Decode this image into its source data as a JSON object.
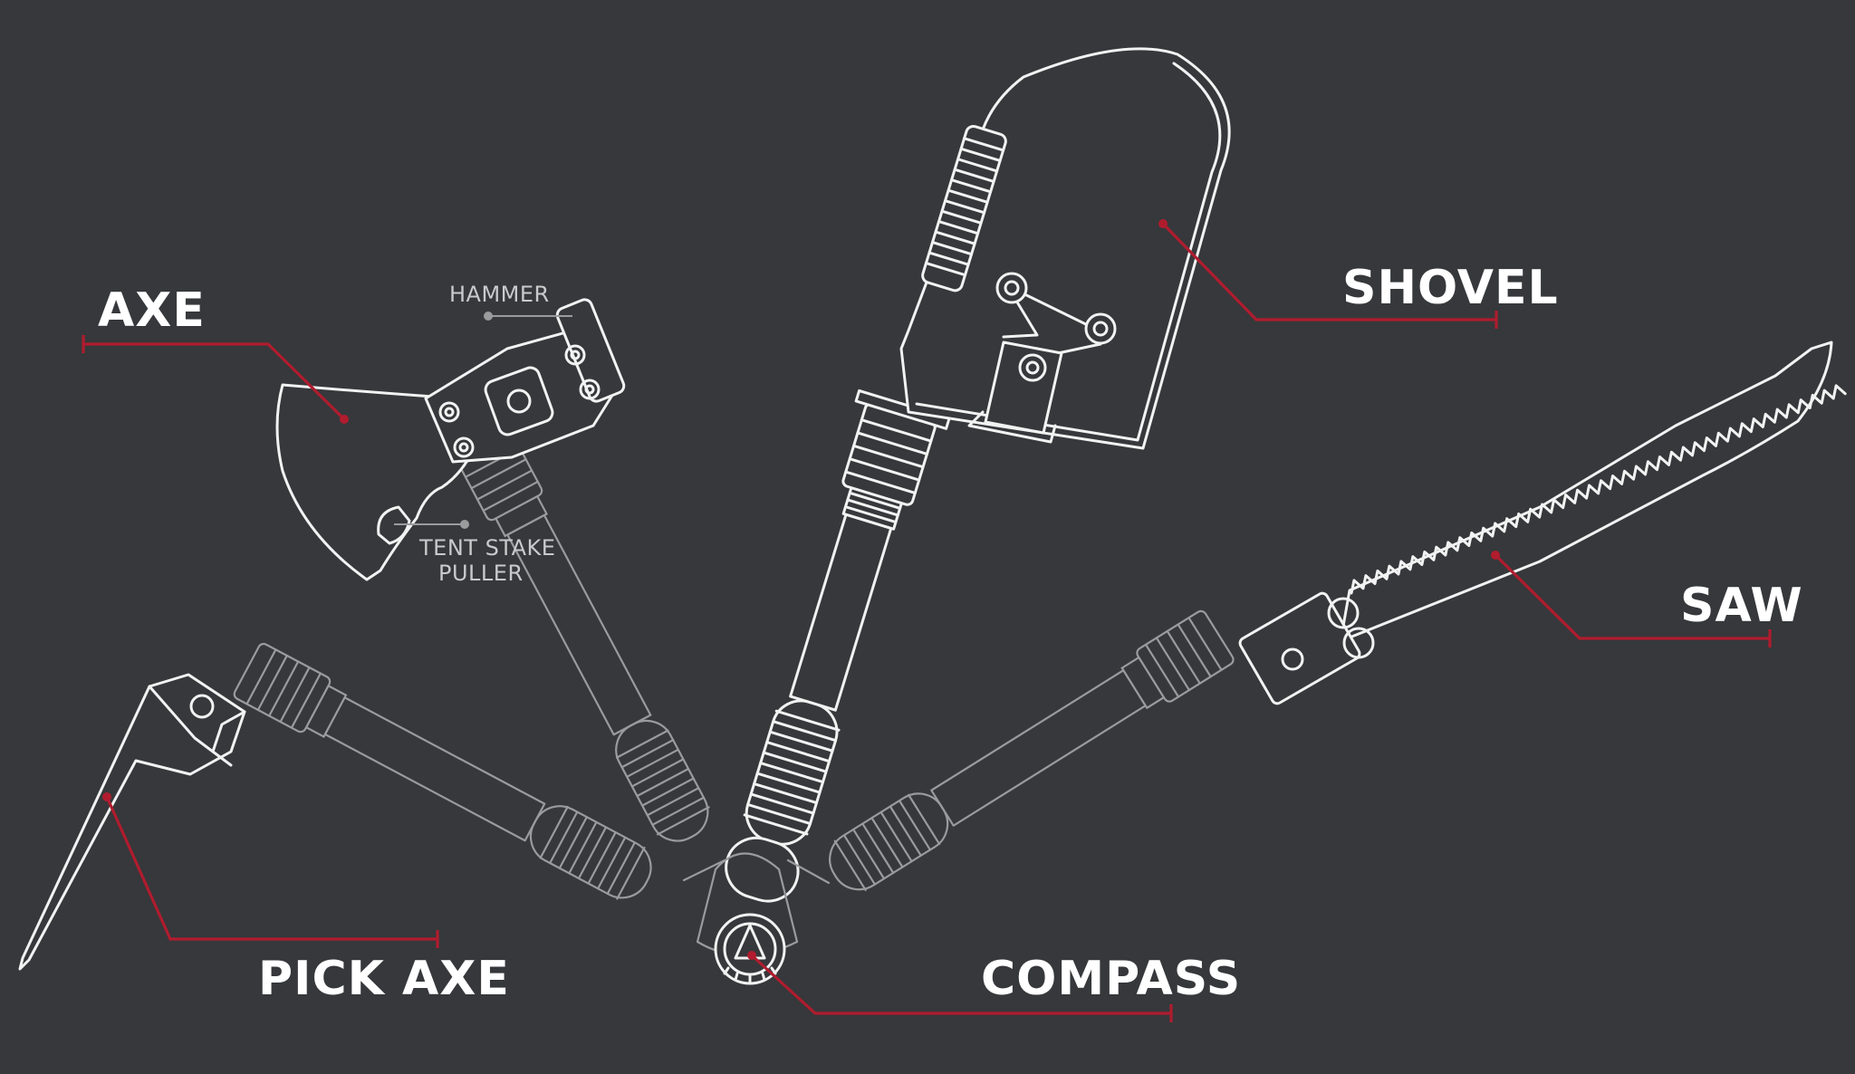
{
  "colors": {
    "background": "#36383b",
    "leader": "#b01c2e",
    "outline": "#f2f2f2",
    "label": "#ffffff",
    "sublabel": "#c9cacb"
  },
  "labels": {
    "axe": "AXE",
    "hammer": "HAMMER",
    "tent_stake_line1": "TENT STAKE",
    "tent_stake_line2": "PULLER",
    "shovel": "SHOVEL",
    "saw": "SAW",
    "pick_axe": "PICK AXE",
    "compass": "COMPASS"
  }
}
